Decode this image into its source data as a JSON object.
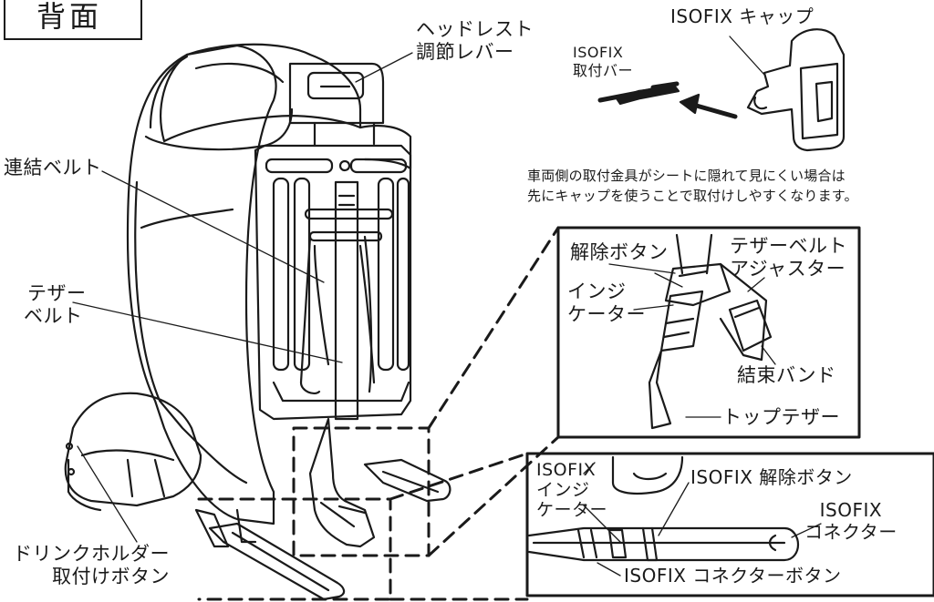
{
  "title": "背面",
  "labels": {
    "headrest_lever": [
      "ヘッドレスト",
      "調節レバー"
    ],
    "isofix_cap": "ISOFIX キャップ",
    "isofix_bar": [
      "ISOFIX",
      "取付バー"
    ],
    "note": [
      "車両側の取付金具がシートに隠れて見にくい場合は",
      "先にキャップを使うことで取付けしやすくなります。"
    ],
    "connecting_belt": "連結ベルト",
    "tether_belt": [
      "テザー",
      "ベルト"
    ],
    "release_button": "解除ボタン",
    "tether_adjuster": [
      "テザーベルト",
      "アジャスター"
    ],
    "indicator": [
      "インジ",
      "ケーター"
    ],
    "cable_band": "結束バンド",
    "top_tether": "トップテザー",
    "isofix_indicator": [
      "ISOFIX",
      "インジ",
      "ケーター"
    ],
    "isofix_release": "ISOFIX 解除ボタン",
    "isofix_connector": [
      "ISOFIX",
      "コネクター"
    ],
    "isofix_connector_button": "ISOFIX コネクターボタン",
    "drink_holder_button": [
      "ドリンクホルダー",
      "取付けボタン"
    ]
  }
}
